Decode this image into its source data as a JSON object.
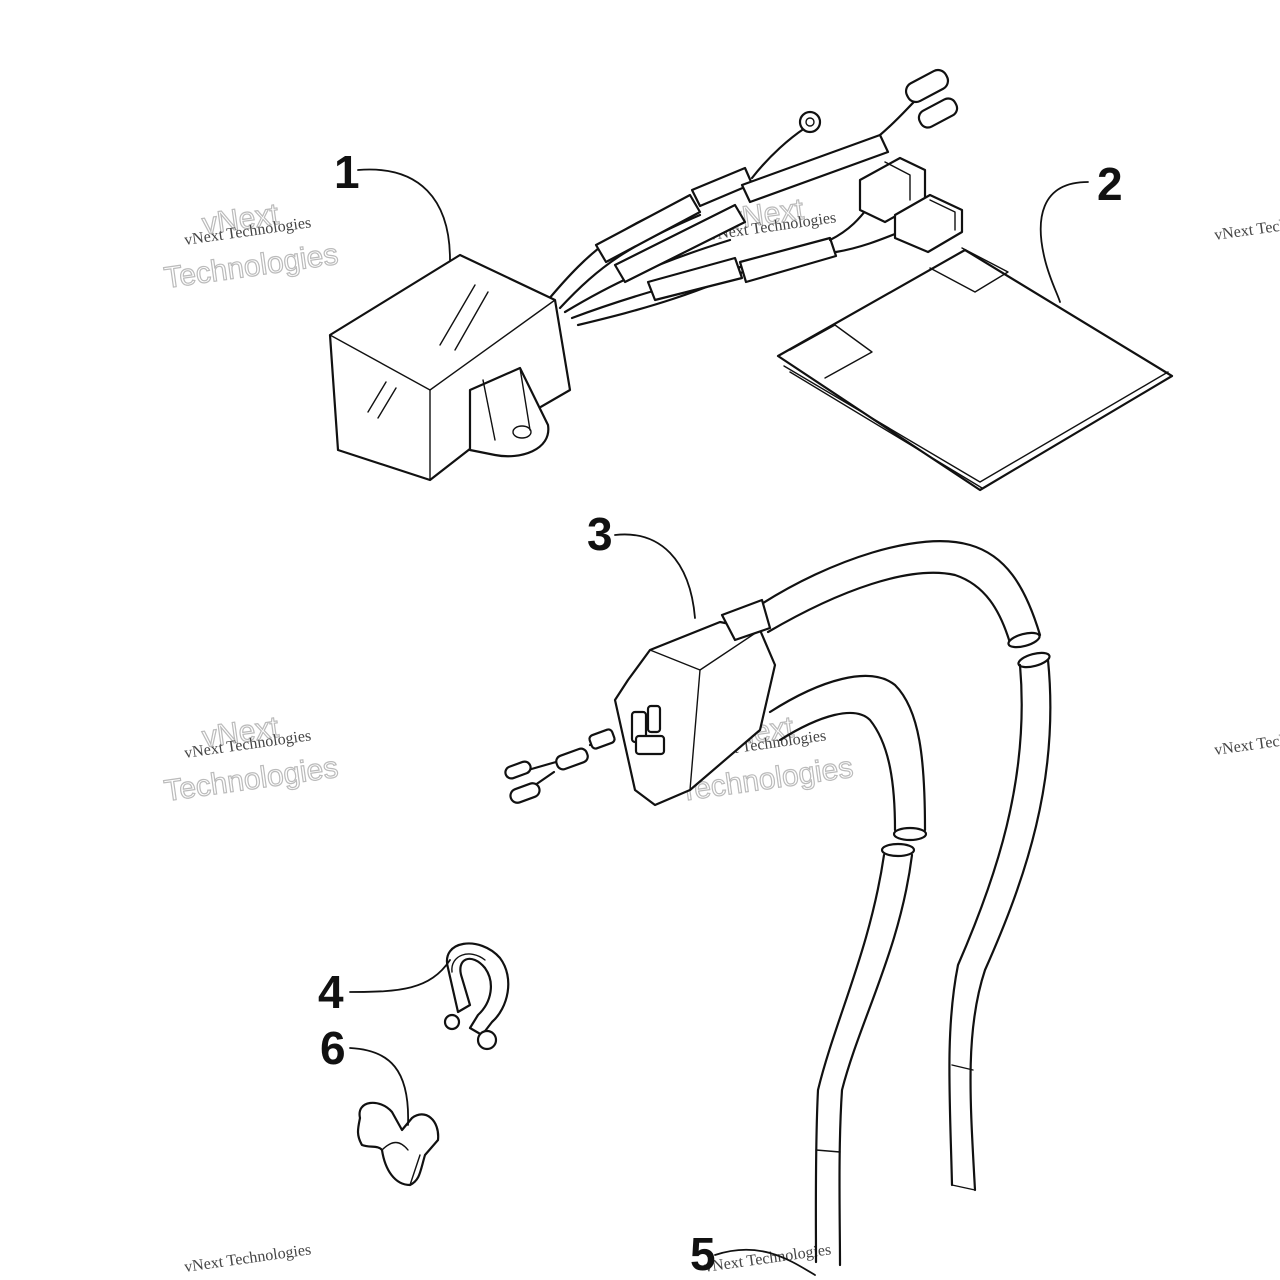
{
  "callouts": {
    "c1": "1",
    "c2": "2",
    "c3": "3",
    "c4": "4",
    "c5": "5",
    "c6": "6"
  },
  "watermark": {
    "brand": "vNext",
    "line": "vNext Technologies",
    "big": "Technologies"
  },
  "colors": {
    "ink": "#111111",
    "watermark": "#bbbbbb",
    "background": "#ffffff"
  }
}
